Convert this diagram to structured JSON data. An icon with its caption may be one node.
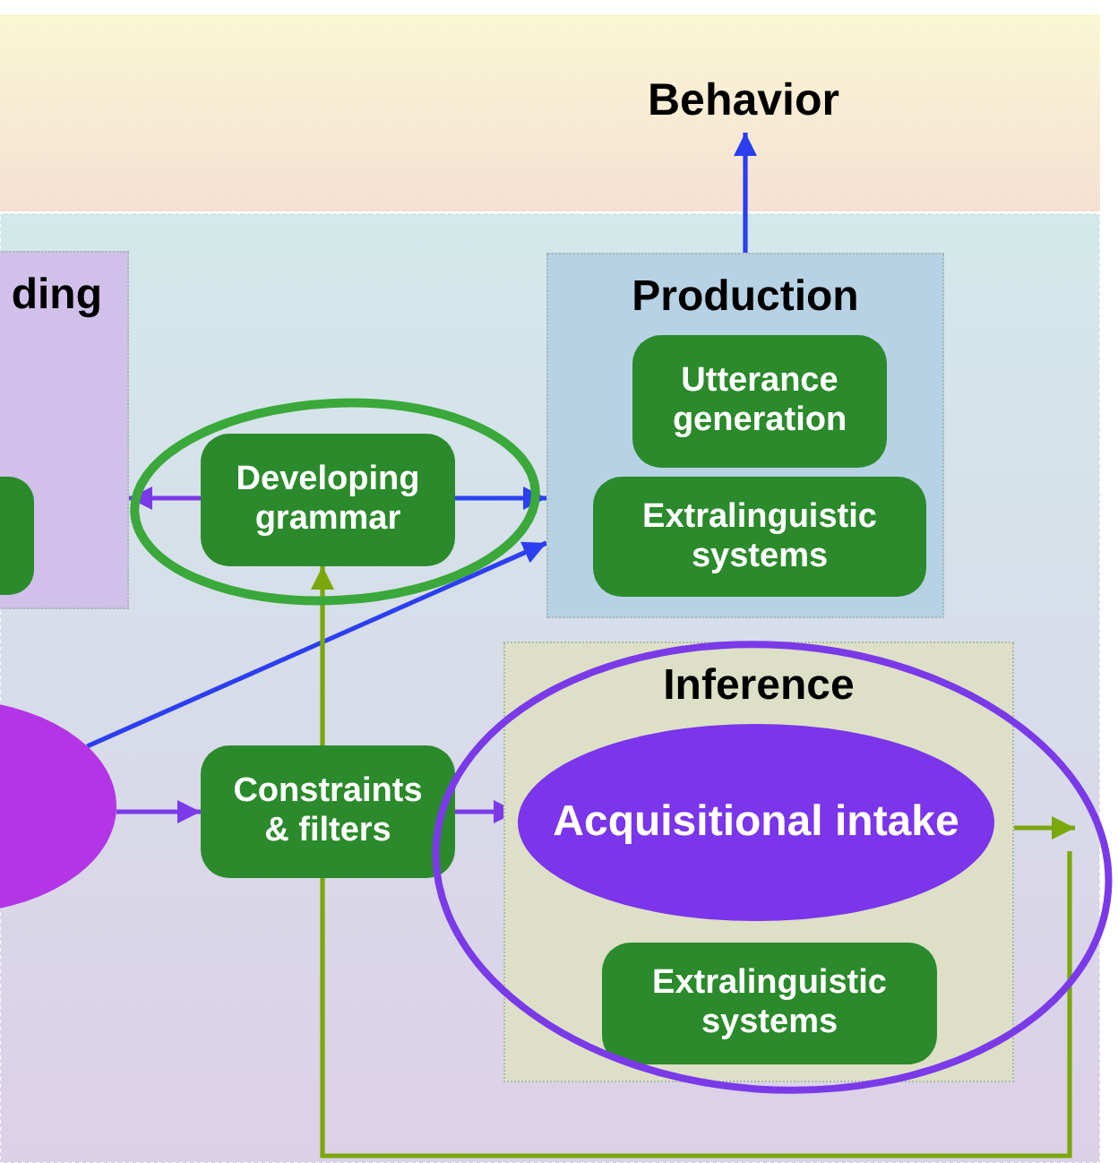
{
  "diagram": {
    "nodes": [
      {
        "text": [
          "Behavior"
        ]
      },
      {
        "text": [
          "ding"
        ]
      },
      {
        "text": [],
        "shape": "box",
        "in": 1
      },
      {
        "text": [
          "Developing grammar"
        ]
      },
      {
        "text": [
          "Production"
        ]
      },
      {
        "text": [
          "Utterance generation"
        ],
        "in": 4
      },
      {
        "text": [
          "Extralinguistic systems"
        ],
        "in": 4
      },
      {
        "text": [],
        "shape": "ellipse"
      },
      {
        "text": [
          "Constraints & filters"
        ]
      },
      {
        "text": [
          "Inference"
        ]
      },
      {
        "text": [
          "Acquisitional intake"
        ],
        "in": 9
      },
      {
        "text": [
          "Extralinguistic systems"
        ],
        "in": 9
      }
    ],
    "edges": [
      {
        "from": 4,
        "to": 0,
        "arrow": "to"
      },
      {
        "from": 3,
        "to": 1,
        "arrow": "to",
        "color": "#7a3ae8"
      },
      {
        "from": 3,
        "to": 4,
        "arrow": "to"
      },
      {
        "from": 7,
        "to": 4,
        "arrow": "to"
      },
      {
        "from": 7,
        "to": 8,
        "arrow": "to",
        "color": "#7a3ae8"
      },
      {
        "from": 8,
        "to": 10,
        "arrow": "to",
        "color": "#7a3ae8"
      },
      {
        "from": 9,
        "to": null,
        "arrow": "to",
        "color": "#7aa80a"
      },
      {
        "from": null,
        "to": 3,
        "arrow": "to",
        "color": "#7aa80a"
      }
    ]
  }
}
